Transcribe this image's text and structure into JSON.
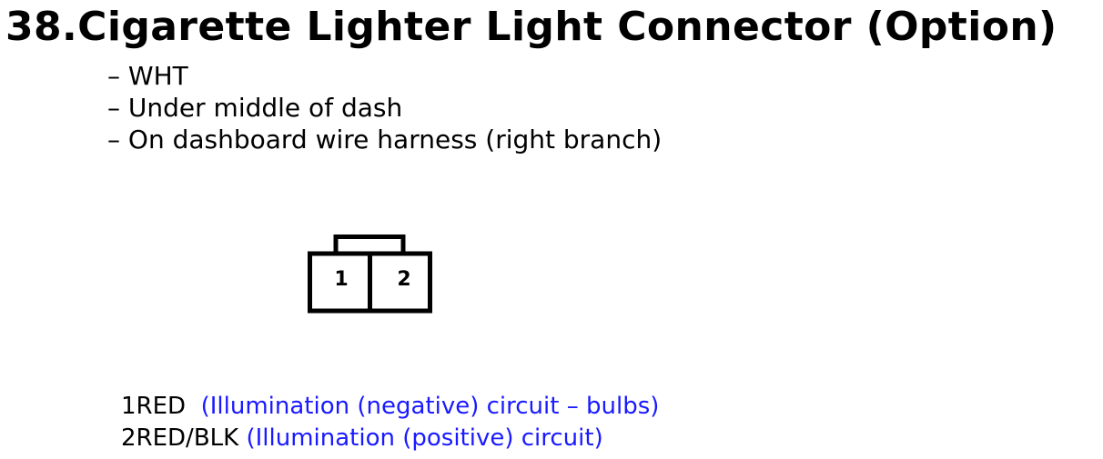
{
  "title": "38.Cigarette Lighter Light Connector (Option)",
  "details": [
    "– WHT",
    "– Under middle of dash",
    "– On dashboard wire harness (right branch)"
  ],
  "connector": {
    "pin_labels": [
      "1",
      "2"
    ]
  },
  "pins": [
    {
      "code": "1RED",
      "description": "(Illumination (negative) circuit – bulbs)"
    },
    {
      "code": "2RED/BLK",
      "description": "(Illumination (positive) circuit)"
    }
  ],
  "colors": {
    "text": "#000000",
    "description": "#1a1aff"
  }
}
